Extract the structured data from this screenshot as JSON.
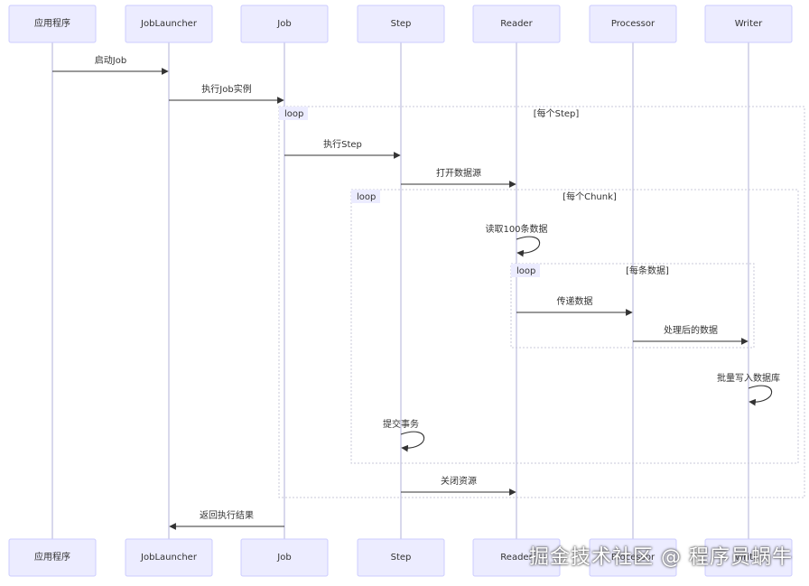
{
  "diagram": {
    "type": "sequence",
    "actors": [
      "应用程序",
      "JobLauncher",
      "Job",
      "Step",
      "Reader",
      "Processor",
      "Writer"
    ],
    "messages": [
      {
        "from": "应用程序",
        "to": "JobLauncher",
        "label": "启动Job"
      },
      {
        "from": "JobLauncher",
        "to": "Job",
        "label": "执行Job实例"
      },
      {
        "from": "Job",
        "to": "Step",
        "label": "执行Step"
      },
      {
        "from": "Step",
        "to": "Reader",
        "label": "打开数据源"
      },
      {
        "from": "Reader",
        "to": "Reader",
        "label": "读取100条数据"
      },
      {
        "from": "Reader",
        "to": "Processor",
        "label": "传递数据"
      },
      {
        "from": "Processor",
        "to": "Writer",
        "label": "处理后的数据"
      },
      {
        "from": "Writer",
        "to": "Writer",
        "label": "批量写入数据库"
      },
      {
        "from": "Step",
        "to": "Step",
        "label": "提交事务"
      },
      {
        "from": "Step",
        "to": "Reader",
        "label": "关闭资源"
      },
      {
        "from": "Job",
        "to": "JobLauncher",
        "label": "返回执行结果"
      }
    ],
    "loops": [
      {
        "label": "loop",
        "condition": "[每个Step]"
      },
      {
        "label": "loop",
        "condition": "[每个Chunk]"
      },
      {
        "label": "loop",
        "condition": "[每条数据]"
      }
    ]
  },
  "watermark": "掘金技术社区 @ 程序员蜗牛"
}
